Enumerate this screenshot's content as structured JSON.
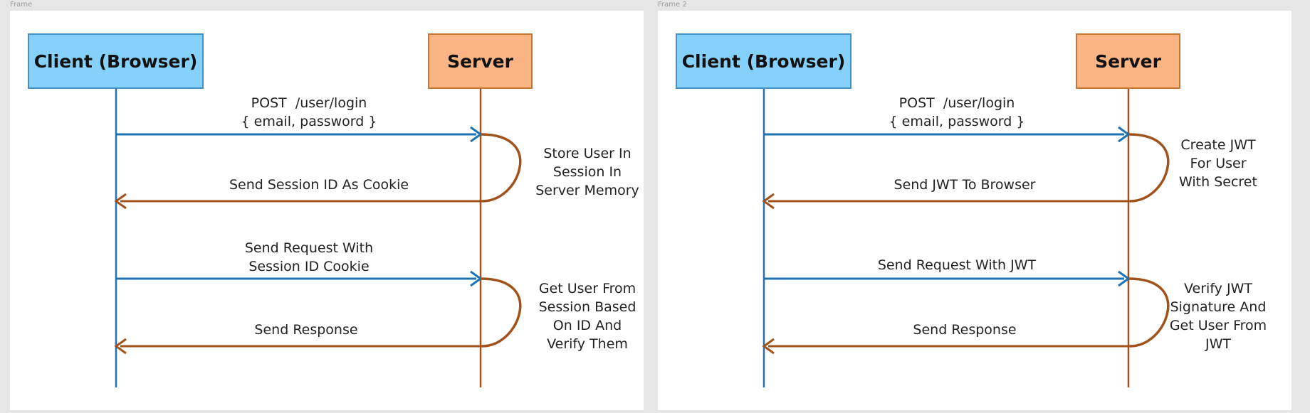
{
  "frames": [
    {
      "label": "Frame",
      "client": "Client (Browser)",
      "server": "Server",
      "messages": [
        {
          "lines": [
            "POST  /user/login",
            "{ email, password }"
          ]
        },
        {
          "lines": [
            "Send Session ID As Cookie"
          ]
        },
        {
          "lines": [
            "Send Request With",
            "Session ID Cookie"
          ]
        },
        {
          "lines": [
            "Send Response"
          ]
        }
      ],
      "notes": [
        {
          "lines": [
            "Store User In",
            "Session In",
            "Server Memory"
          ]
        },
        {
          "lines": [
            "Get User From",
            "Session Based",
            "On ID And",
            "Verify Them"
          ]
        }
      ]
    },
    {
      "label": "Frame 2",
      "client": "Client (Browser)",
      "server": "Server",
      "messages": [
        {
          "lines": [
            "POST  /user/login",
            "{ email, password }"
          ]
        },
        {
          "lines": [
            "Send JWT To Browser"
          ]
        },
        {
          "lines": [
            "Send Request With JWT"
          ]
        },
        {
          "lines": [
            "Send Response"
          ]
        }
      ],
      "notes": [
        {
          "lines": [
            "Create JWT",
            "For User",
            "With Secret"
          ]
        },
        {
          "lines": [
            "Verify JWT",
            "Signature And",
            "Get User From",
            "JWT"
          ]
        }
      ]
    }
  ],
  "colors": {
    "request_arrow": "#1f73b3",
    "response_arrow": "#a0521a",
    "lifeline": "#2a6fae",
    "server_lifeline": "#a0521a",
    "client_fill": "#86d1fb",
    "server_fill": "#fbb483"
  }
}
